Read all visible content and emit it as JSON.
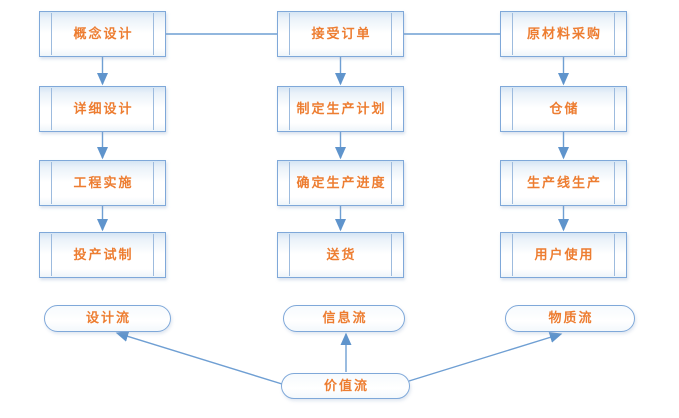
{
  "diagram_title": "",
  "colors": {
    "box_border": "#7fa8d9",
    "inner_line": "#9dbbde",
    "label_orange": "#ed7d31",
    "connector_blue": "#6f9fd3",
    "box_fill_top": "#d5e5f4",
    "background": "#ffffff"
  },
  "columns": [
    {
      "boxes": [
        {
          "label": "概念设计"
        },
        {
          "label": "详细设计"
        },
        {
          "label": "工程实施"
        },
        {
          "label": "投产试制"
        }
      ],
      "flow": {
        "label": "设计流"
      }
    },
    {
      "boxes": [
        {
          "label": "接受订单"
        },
        {
          "label": "制定生产计划"
        },
        {
          "label": "确定生产进度"
        },
        {
          "label": "送货"
        }
      ],
      "flow": {
        "label": "信息流"
      }
    },
    {
      "boxes": [
        {
          "label": "原材料采购"
        },
        {
          "label": "仓储"
        },
        {
          "label": "生产线生产"
        },
        {
          "label": "用户使用"
        }
      ],
      "flow": {
        "label": "物质流"
      }
    }
  ],
  "value_flow": {
    "label": "价值流"
  }
}
